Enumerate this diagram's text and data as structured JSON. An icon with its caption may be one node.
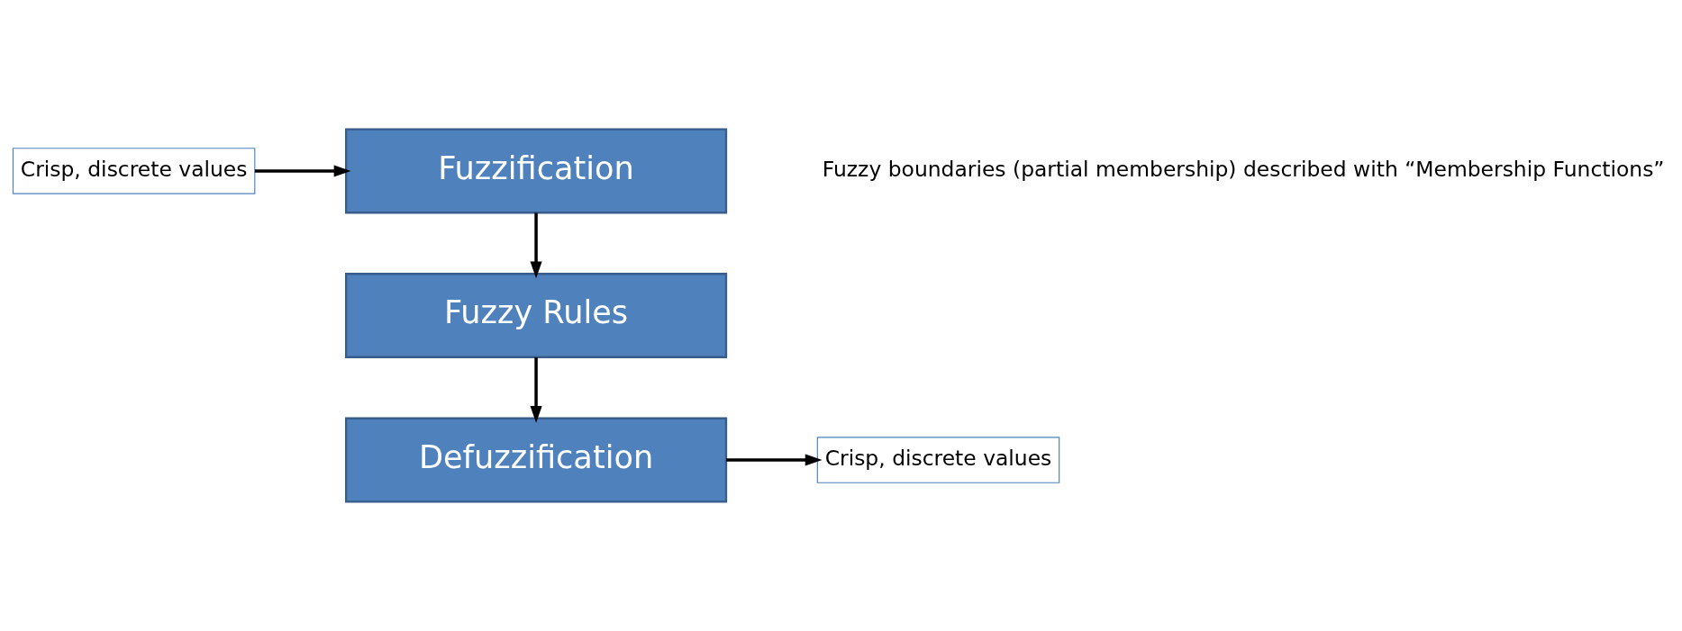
{
  "diagram": {
    "nodes": [
      {
        "text": [
          "Crisp, discrete values"
        ]
      },
      {
        "text": [
          "Fuzzification"
        ]
      },
      {
        "text": [
          "Fuzzy Rules"
        ]
      },
      {
        "text": [
          "Defuzzification"
        ]
      },
      {
        "text": [
          "Crisp, discrete values"
        ]
      }
    ],
    "edges": [
      {
        "from": 0,
        "to": 1,
        "arrow": "to"
      },
      {
        "from": 1,
        "to": 2,
        "arrow": "to"
      },
      {
        "from": 2,
        "to": 3,
        "arrow": "to"
      },
      {
        "from": 3,
        "to": 4,
        "arrow": "to"
      }
    ],
    "labels": [
      "Fuzzy boundaries (partial membership) described with “Membership Functions”"
    ]
  }
}
